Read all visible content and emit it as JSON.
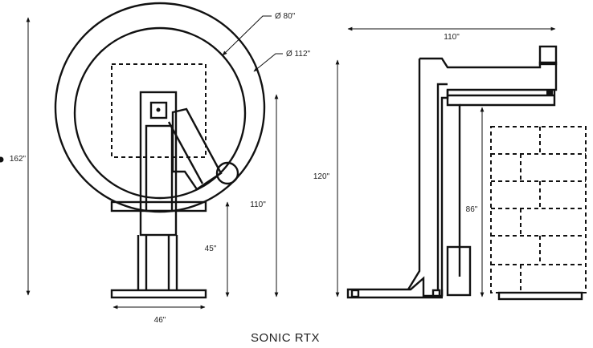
{
  "caption": "SONIC RTX",
  "front_view": {
    "diameter_inner": "Ø 80\"",
    "diameter_outer": "Ø 112\"",
    "height_total": "162\"",
    "height_arm": "110\"",
    "height_table": "45\"",
    "width_base": "46\""
  },
  "side_view": {
    "width_total": "110\"",
    "height_total": "120\"",
    "height_mast": "86\""
  }
}
